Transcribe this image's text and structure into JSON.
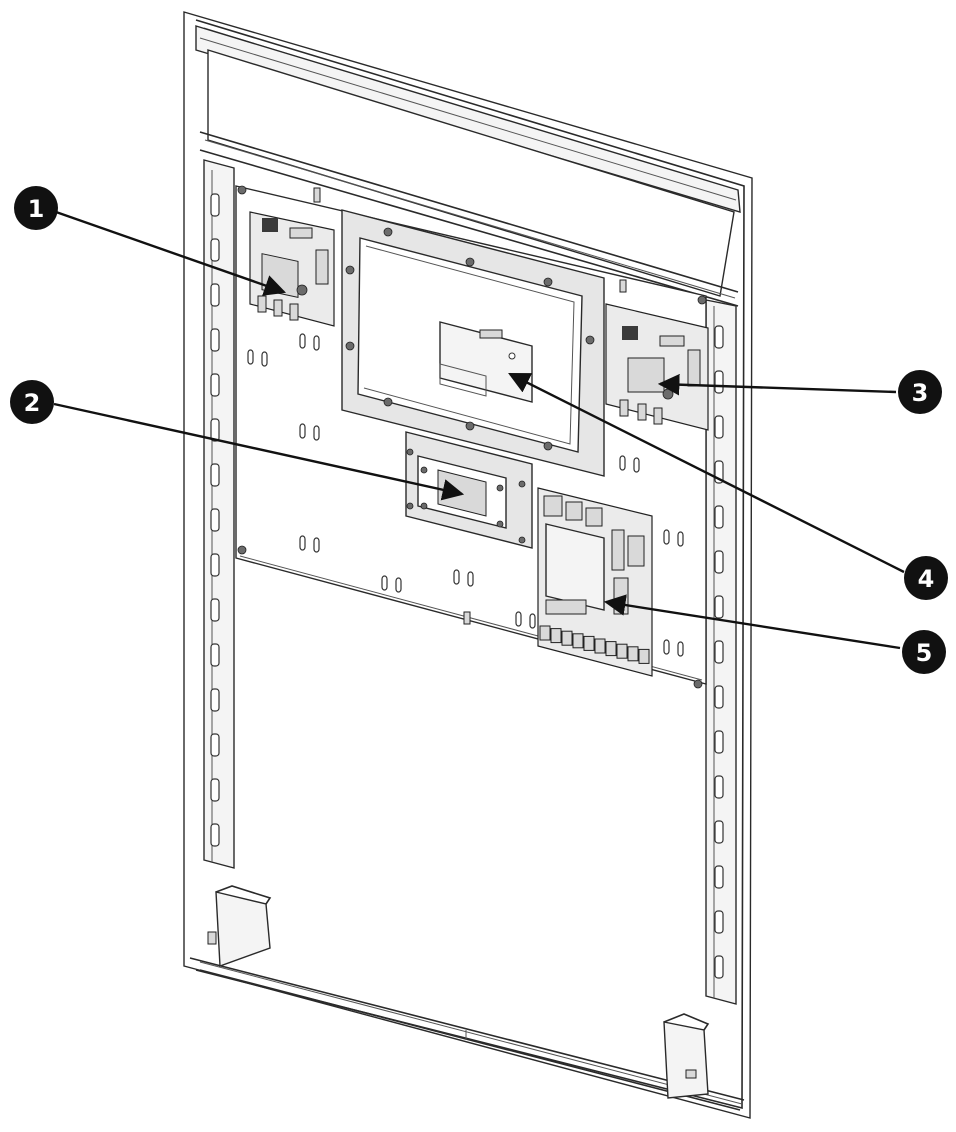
{
  "colors": {
    "callout_fill": "#111111",
    "callout_text": "#ffffff",
    "line": "#2a2a2a",
    "background": "#ffffff"
  },
  "callouts": [
    {
      "label": "1"
    },
    {
      "label": "2"
    },
    {
      "label": "3"
    },
    {
      "label": "4"
    },
    {
      "label": "5"
    }
  ]
}
